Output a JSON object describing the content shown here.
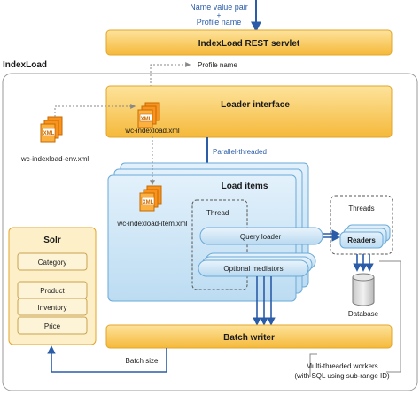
{
  "top_input": {
    "line1": "Name value pair",
    "line2": "+",
    "line3": "Profile name"
  },
  "servlet": {
    "label": "IndexLoad REST servlet"
  },
  "container": {
    "title": "IndexLoad"
  },
  "profile_name": "Profile name",
  "loader_interface": {
    "label": "Loader interface",
    "file": "wc-indexload.xml"
  },
  "env_file": {
    "label": "wc-indexload-env.xml"
  },
  "parallel": "Parallel-threaded",
  "load_items": {
    "label": "Load items",
    "file": "wc-indexload-item.xml",
    "thread": "Thread",
    "query_loader": "Query loader",
    "mediators": "Optional mediators"
  },
  "threads_group": {
    "title": "Threads",
    "readers": "Readers"
  },
  "database": "Database",
  "solr": {
    "title": "Solr",
    "items": [
      "Category",
      "Product",
      "Inventory",
      "Price"
    ]
  },
  "batch_writer": "Batch writer",
  "batch_size": "Batch size",
  "workers_note": {
    "line1": "Multi-threaded workers",
    "line2": "(with SQL using sub-range ID)"
  },
  "icons": {
    "xml": "XML"
  },
  "colors": {
    "orange": "#f7b731",
    "blue": "#2a5ca8",
    "light_blue": "#cfe6f5",
    "cream": "#fdf0c8"
  }
}
